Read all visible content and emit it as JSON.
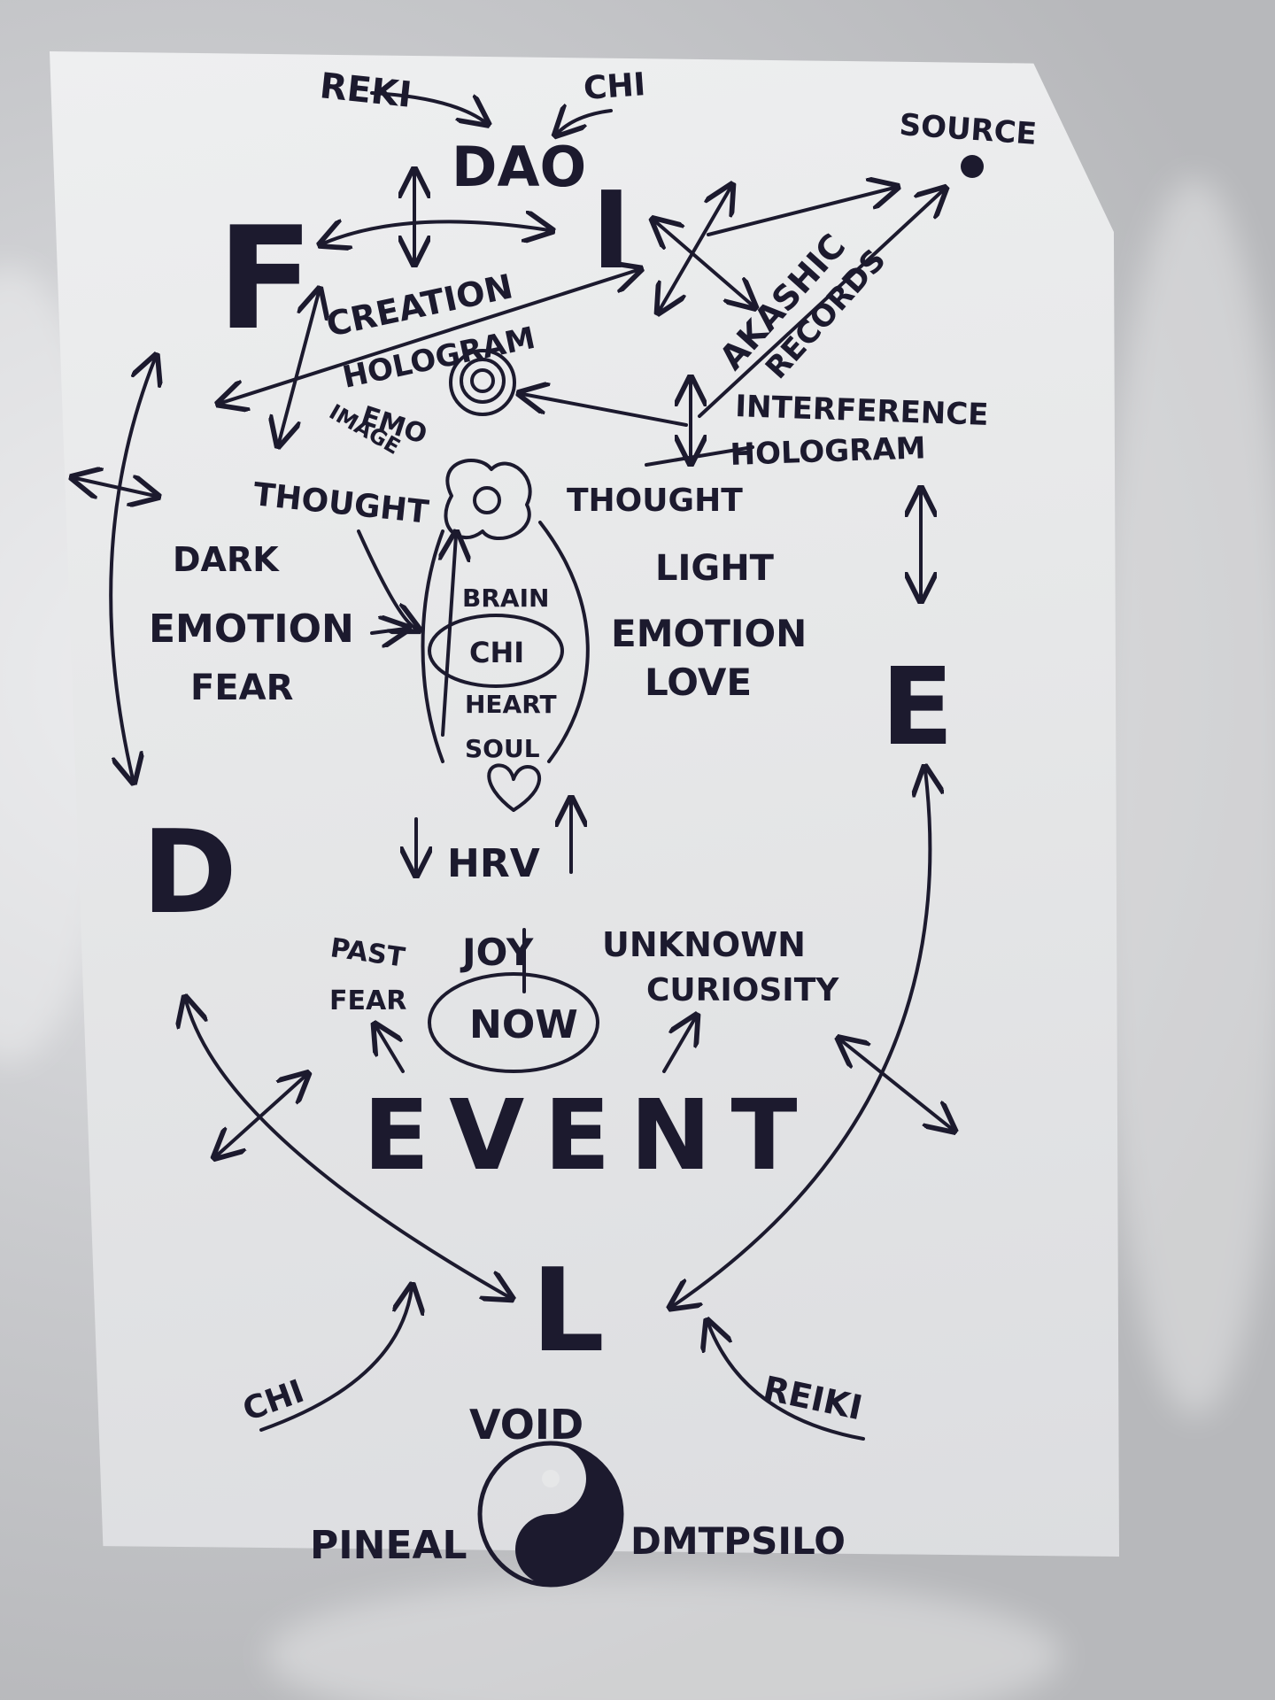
{
  "labels": {
    "reki_top": "REKI",
    "chi_top": "CHI",
    "dao": "DAO",
    "source": "SOURCE",
    "letter_f": "F",
    "letter_i": "I",
    "creation": "CREATION",
    "hologram1": "HOLOGRAM",
    "emo": "EMO",
    "image": "IMAGE",
    "akashic": "AKASHIC",
    "records": "RECORDS",
    "interference": "INTERFERENCE",
    "hologram2": "HOLOGRAM",
    "thought_left": "THOUGHT",
    "thought_right": "THOUGHT",
    "dark": "DARK",
    "emotion_left": "EMOTION",
    "fear_left": "FEAR",
    "brain": "BRAIN",
    "chi_mid": "CHI",
    "heart": "HEART",
    "soul": "SOUL",
    "light": "LIGHT",
    "emotion_right": "EMOTION",
    "love": "LOVE",
    "letter_e": "E",
    "letter_d": "D",
    "hrv": "HRV",
    "past": "PAST",
    "fear_mid": "FEAR",
    "joy": "JOY",
    "unknown": "UNKNOWN",
    "curiosity": "CURIOSITY",
    "now": "NOW",
    "event": "EVENT",
    "letter_l": "L",
    "chi_bottom": "CHI",
    "reiki_bottom": "REIKI",
    "void": "VOID",
    "pineal": "PINEAL",
    "dmt": "DMTPSILO"
  },
  "colors": {
    "ink": "#1c1a2e",
    "paper": "#e6e7e8",
    "background": "#c9cacd"
  },
  "icons": [
    "yin-yang-icon",
    "heart-icon",
    "source-dot-icon",
    "spiral-icon"
  ]
}
